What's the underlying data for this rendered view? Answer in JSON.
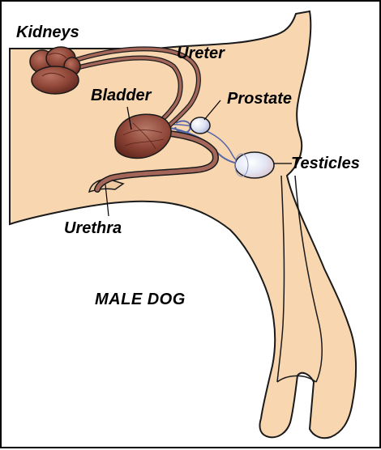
{
  "diagram": {
    "title": "MALE DOG",
    "labels": {
      "kidneys": "Kidneys",
      "ureter": "Ureter",
      "bladder": "Bladder",
      "prostate": "Prostate",
      "testicles": "Testicles",
      "urethra": "Urethra"
    }
  },
  "colors": {
    "body_fill": "#f7d6b0",
    "organ_brown": "#8c4436",
    "organ_dark": "#6b2c22",
    "tube_fill": "#a5665a",
    "gland_blue": "#c5cce8",
    "vessel_blue": "#5566aa",
    "outline": "#1a1a1a"
  }
}
